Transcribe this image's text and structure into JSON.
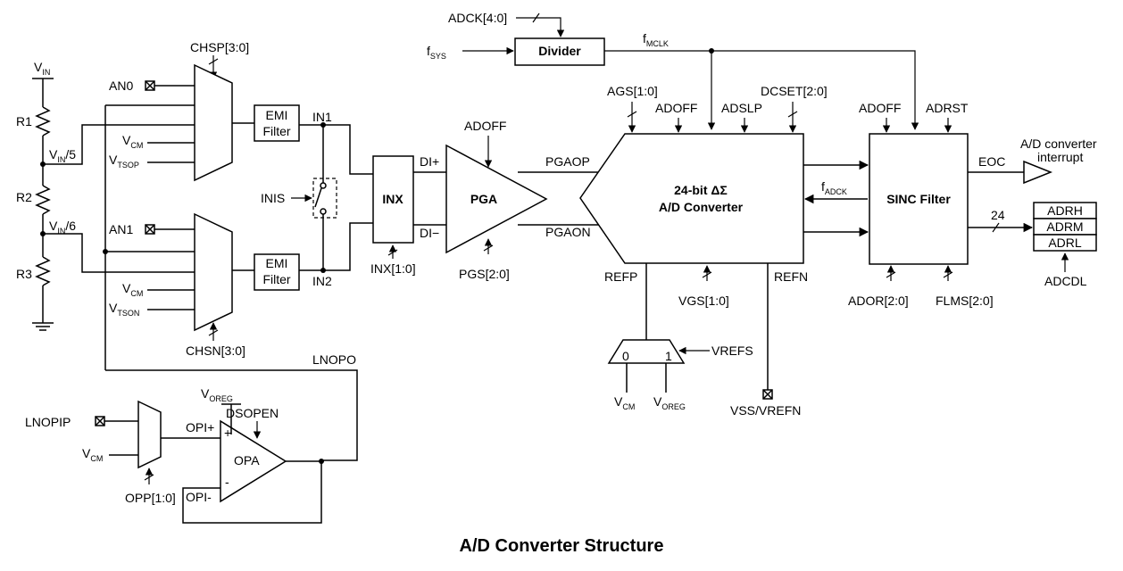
{
  "caption": "A/D Converter Structure",
  "blocks": {
    "divider": "Divider",
    "emi_filter_line1": "EMI",
    "emi_filter_line2": "Filter",
    "inx": "INX",
    "pga": "PGA",
    "adc_line1": "24-bit ΔΣ",
    "adc_line2": "A/D Converter",
    "sinc": "SINC Filter",
    "opa": "OPA"
  },
  "registers": [
    "ADRH",
    "ADRM",
    "ADRL"
  ],
  "labels": {
    "adck": "ADCK[4:0]",
    "fsys_main": "f",
    "fsys_sub": "SYS",
    "fmclk_main": "f",
    "fmclk_sub": "MCLK",
    "fadck_main": "f",
    "fadck_sub": "ADCK",
    "vin_main": "V",
    "vin_sub": "IN",
    "r1": "R1",
    "r2": "R2",
    "r3": "R3",
    "vin5_main": "V",
    "vin5_sub": "IN",
    "vin5_suffix": "/5",
    "vin6_main": "V",
    "vin6_sub": "IN",
    "vin6_suffix": "/6",
    "an0": "AN0",
    "an1": "AN1",
    "chsp": "CHSP[3:0]",
    "chsn": "CHSN[3:0]",
    "vcm_main": "V",
    "vcm_sub": "CM",
    "vtsop_main": "V",
    "vtsop_sub": "TSOP",
    "vtson_main": "V",
    "vtson_sub": "TSON",
    "in1": "IN1",
    "in2": "IN2",
    "inis": "INIS",
    "dip": "DI+",
    "din": "DI−",
    "inx_sel": "INX[1:0]",
    "adoff": "ADOFF",
    "pgs": "PGS[2:0]",
    "pgaop": "PGAOP",
    "pgaon": "PGAON",
    "ags": "AGS[1:0]",
    "adslp": "ADSLP",
    "dcset": "DCSET[2:0]",
    "refp": "REFP",
    "refn": "REFN",
    "vgs": "VGS[1:0]",
    "vrefs": "VREFS",
    "mux0": "0",
    "mux1": "1",
    "voreg_main": "V",
    "voreg_sub": "OREG",
    "vss_vrefn": "VSS/VREFN",
    "adrst": "ADRST",
    "ador": "ADOR[2:0]",
    "flms": "FLMS[2:0]",
    "eoc": "EOC",
    "interrupt_line1": "A/D converter",
    "interrupt_line2": "interrupt",
    "bus_width": "24",
    "adcdl": "ADCDL",
    "lnopo": "LNOPO",
    "lnopip": "LNOPIP",
    "dsopen": "DSOPEN",
    "opp": "OPP[1:0]",
    "opi_plus": "OPI+",
    "opi_minus": "OPI-",
    "plus_sign": "+",
    "minus_sign": "-"
  }
}
